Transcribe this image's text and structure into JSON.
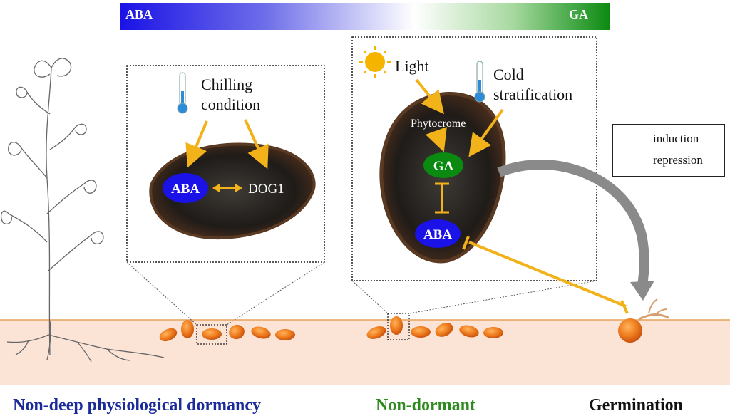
{
  "gradient": {
    "left_label": "ABA",
    "right_label": "GA"
  },
  "panel_left": {
    "stimulus_line1": "Chilling",
    "stimulus_line2": "condition",
    "node_aba": "ABA",
    "node_dog1": "DOG1"
  },
  "panel_right": {
    "light_label": "Light",
    "cold_line1": "Cold",
    "cold_line2": "stratification",
    "phytochrome_label": "Phytocrome",
    "node_ga": "GA",
    "node_aba": "ABA"
  },
  "legend": {
    "induction": "induction",
    "repression": "repression"
  },
  "stages": {
    "left": "Non-deep physiological dormancy",
    "middle": "Non-dormant",
    "right": "Germination"
  },
  "colors": {
    "aba_blue": "#1a12e6",
    "ga_green": "#0a8a10",
    "arrow_orange": "#f2b21a",
    "seed_orange": "#e8701a",
    "soil": "#fbe3d6",
    "seed_coat": "#2a241e"
  }
}
